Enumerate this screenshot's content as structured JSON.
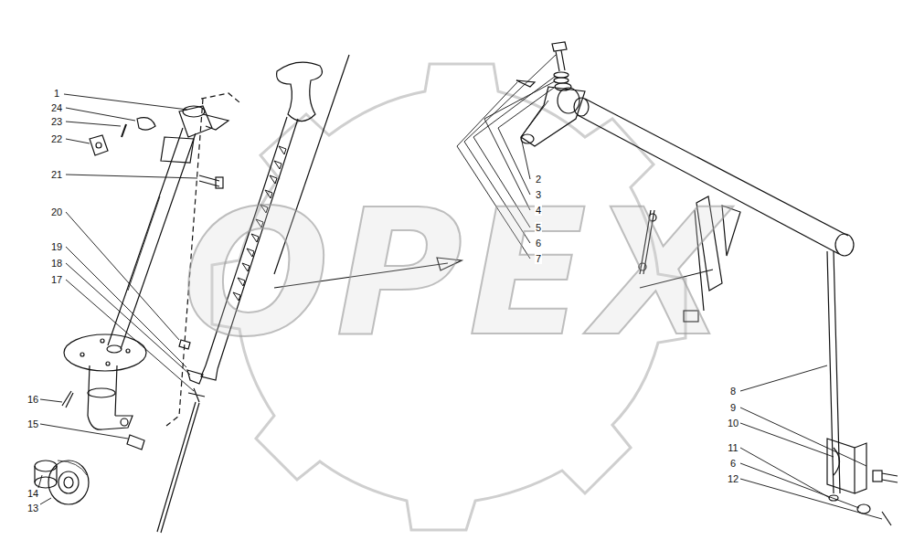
{
  "diagram": {
    "labels": [
      "OPEX",
      "1",
      "24",
      "23",
      "22",
      "21",
      "20",
      "19",
      "18",
      "17",
      "16",
      "15",
      "14",
      "13",
      "2",
      "3",
      "4",
      "5",
      "6",
      "7",
      "8",
      "9",
      "10",
      "11",
      "6",
      "12"
    ]
  }
}
